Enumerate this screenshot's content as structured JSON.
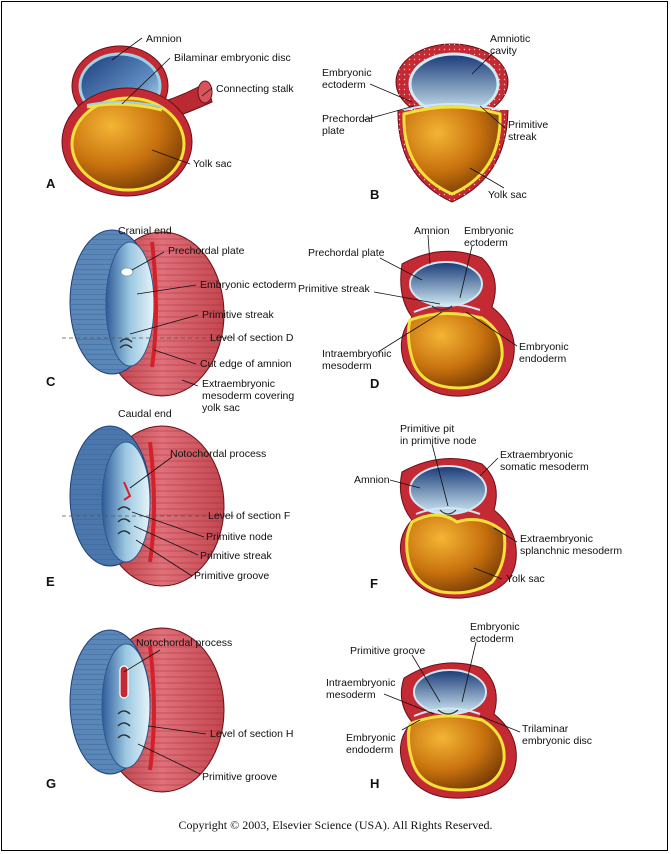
{
  "panels": {
    "A": {
      "letter": "A",
      "labels": {
        "amnion": "Amnion",
        "bilaminar_disc": "Bilaminar embryonic disc",
        "connecting_stalk": "Connecting stalk",
        "yolk_sac": "Yolk sac"
      }
    },
    "B": {
      "letter": "B",
      "labels": {
        "amniotic_cavity_1": "Amniotic",
        "amniotic_cavity_2": "cavity",
        "embryonic_ectoderm_1": "Embryonic",
        "embryonic_ectoderm_2": "ectoderm",
        "prechordal_plate_1": "Prechordal",
        "prechordal_plate_2": "plate",
        "primitive_streak_1": "Primitive",
        "primitive_streak_2": "streak",
        "yolk_sac": "Yolk sac"
      }
    },
    "C": {
      "letter": "C",
      "labels": {
        "cranial_end": "Cranial end",
        "prechordal_plate": "Prechordal plate",
        "embryonic_ectoderm": "Embryonic ectoderm",
        "primitive_streak": "Primitive streak",
        "level_section_d": "Level of section D",
        "cut_edge_amnion": "Cut edge of amnion",
        "extraembryonic_1": "Extraembryonic",
        "extraembryonic_2": "mesoderm covering",
        "extraembryonic_3": "yolk sac",
        "caudal_end": "Caudal end"
      }
    },
    "D": {
      "letter": "D",
      "labels": {
        "amnion": "Amnion",
        "embryonic_ectoderm_1": "Embryonic",
        "embryonic_ectoderm_2": "ectoderm",
        "prechordal_plate": "Prechordal plate",
        "primitive_streak": "Primitive streak",
        "intraembryonic_1": "Intraembryonic",
        "intraembryonic_2": "mesoderm",
        "embryonic_endoderm_1": "Embryonic",
        "embryonic_endoderm_2": "endoderm"
      }
    },
    "E": {
      "letter": "E",
      "labels": {
        "notochordal_process": "Notochordal process",
        "level_section_f": "Level of section F",
        "primitive_node": "Primitive node",
        "primitive_streak": "Primitive streak",
        "primitive_groove": "Primitive groove"
      }
    },
    "F": {
      "letter": "F",
      "labels": {
        "primitive_pit_1": "Primitive pit",
        "primitive_pit_2": "in primitive node",
        "extra_somatic_1": "Extraembryonic",
        "extra_somatic_2": "somatic mesoderm",
        "amnion": "Amnion",
        "extra_splanchnic_1": "Extraembryonic",
        "extra_splanchnic_2": "splanchnic mesoderm",
        "yolk_sac": "Yolk sac"
      }
    },
    "G": {
      "letter": "G",
      "labels": {
        "notochordal_process": "Notochordal process",
        "level_section_h": "Level of section H",
        "primitive_groove": "Primitive groove"
      }
    },
    "H": {
      "letter": "H",
      "labels": {
        "primitive_groove": "Primitive groove",
        "embryonic_ectoderm_1": "Embryonic",
        "embryonic_ectoderm_2": "ectoderm",
        "intraembryonic_1": "Intraembryonic",
        "intraembryonic_2": "mesoderm",
        "embryonic_endoderm_1": "Embryonic",
        "embryonic_endoderm_2": "endoderm",
        "trilaminar_1": "Trilaminar",
        "trilaminar_2": "embryonic disc"
      }
    }
  },
  "copyright": "Copyright © 2003, Elsevier Science (USA). All Rights Reserved.",
  "colors": {
    "mesoderm_red": "#c8202a",
    "mesoderm_light": "#d9606a",
    "amnion_blue_dark": "#1c3f7a",
    "amnion_blue_light": "#bfe0ee",
    "yolk_dark": "#7a3d06",
    "yolk_light": "#f0a422",
    "endoderm_yellow": "#f4e23a"
  }
}
